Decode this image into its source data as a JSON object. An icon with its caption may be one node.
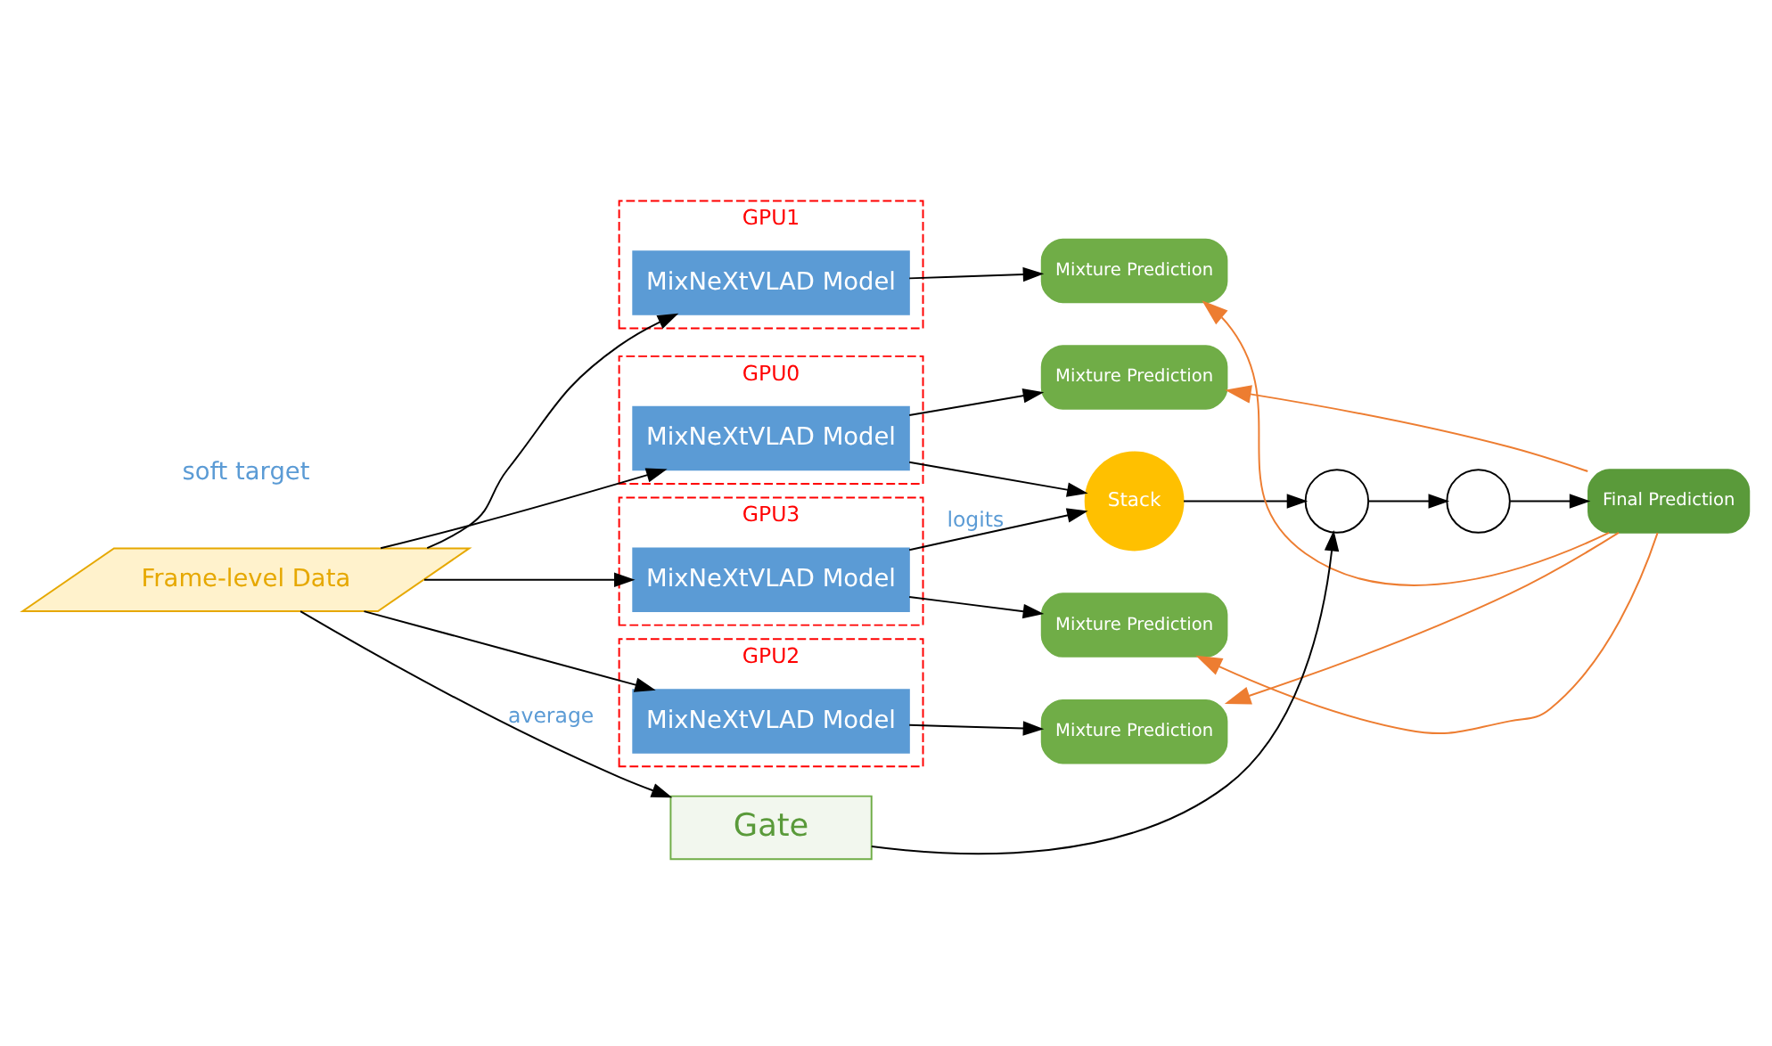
{
  "diagram": {
    "nodes": [
      {
        "text": [
          "Frame-level Data"
        ]
      },
      {
        "text": [
          "GPU0"
        ]
      },
      {
        "text": [
          "MixNeXtVLAD Model"
        ],
        "in": 1
      },
      {
        "text": [
          "GPU1"
        ]
      },
      {
        "text": [
          "MixNeXtVLAD Model"
        ],
        "in": 3
      },
      {
        "text": [
          "GPU2"
        ]
      },
      {
        "text": [
          "MixNeXtVLAD Model"
        ],
        "in": 5
      },
      {
        "text": [
          "GPU3"
        ]
      },
      {
        "text": [
          "MixNeXtVLAD Model"
        ],
        "in": 7
      },
      {
        "text": [
          "Mixture Prediction"
        ]
      },
      {
        "text": [
          "Mixture Prediction"
        ]
      },
      {
        "text": [
          "Mixture Prediction"
        ]
      },
      {
        "text": [
          "Mixture Prediction"
        ]
      },
      {
        "text": [
          "Stack"
        ]
      },
      {
        "text": [],
        "shape": "circle"
      },
      {
        "text": [],
        "shape": "circle"
      },
      {
        "text": [
          "Final Prediction"
        ]
      },
      {
        "text": [
          "Gate"
        ]
      }
    ],
    "edges": [
      {
        "from": 0,
        "to": 2,
        "arrow": "to"
      },
      {
        "from": 0,
        "to": 4,
        "arrow": "to"
      },
      {
        "from": 0,
        "to": 6,
        "arrow": "to"
      },
      {
        "from": 0,
        "to": 8,
        "arrow": "to"
      },
      {
        "from": 2,
        "to": 9,
        "arrow": "to"
      },
      {
        "from": 4,
        "to": 10,
        "arrow": "to"
      },
      {
        "from": 6,
        "to": 11,
        "arrow": "to"
      },
      {
        "from": 8,
        "to": 12,
        "arrow": "to"
      },
      {
        "from": 2,
        "to": 13,
        "arrow": "to"
      },
      {
        "from": 8,
        "to": 13,
        "label": "logits",
        "arrow": "to"
      },
      {
        "from": 0,
        "to": 17,
        "label": "average",
        "arrow": "to"
      },
      {
        "from": 13,
        "to": 14,
        "arrow": "to"
      },
      {
        "from": 17,
        "to": 14,
        "arrow": "to"
      },
      {
        "from": 14,
        "to": 15,
        "arrow": "to"
      },
      {
        "from": 15,
        "to": 16,
        "arrow": "to"
      },
      {
        "from": 16,
        "to": 9,
        "arrow": "to",
        "color": "#ed7d31"
      },
      {
        "from": 16,
        "to": 10,
        "arrow": "to",
        "color": "#ed7d31"
      },
      {
        "from": 16,
        "to": 11,
        "arrow": "to",
        "color": "#ed7d31"
      },
      {
        "from": 16,
        "to": 12,
        "arrow": "to",
        "color": "#ed7d31"
      }
    ],
    "labels": [
      "soft target"
    ]
  }
}
